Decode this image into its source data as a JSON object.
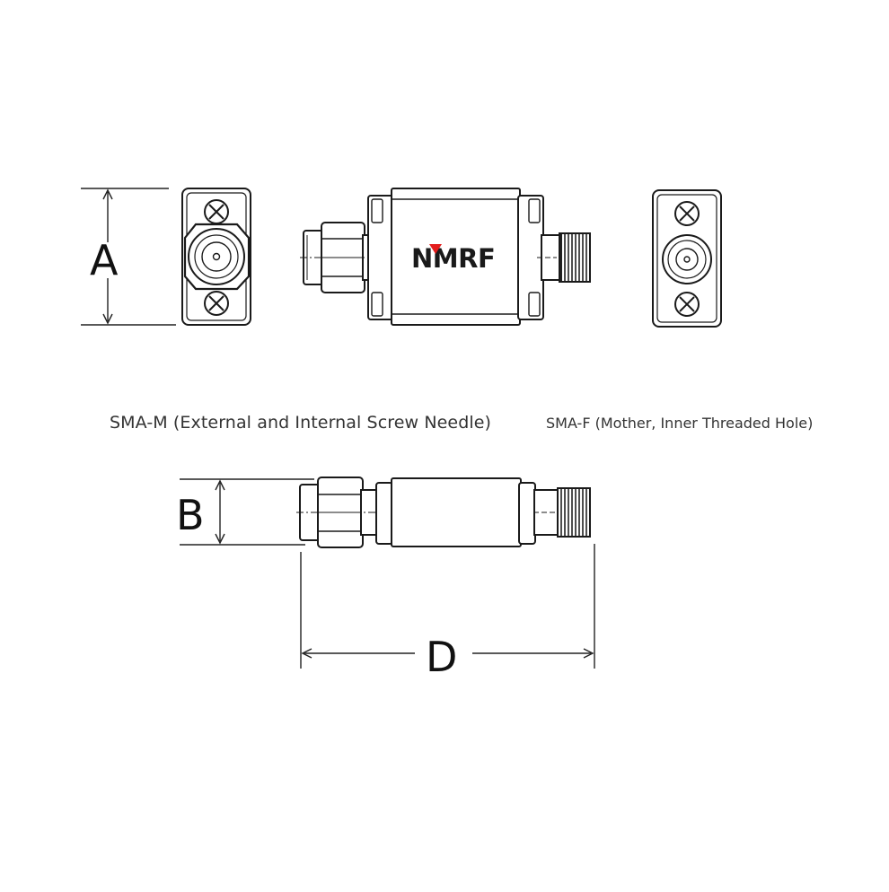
{
  "brand": {
    "logo_text": "NMRF",
    "logo_accent_color": "#e31d1d"
  },
  "dimensions": {
    "a": "A",
    "b": "B",
    "d": "D"
  },
  "captions": {
    "sma_m": "SMA-M (External and Internal Screw Needle)",
    "sma_f": "SMA-F (Mother, Inner Threaded Hole)"
  },
  "colors": {
    "line": "#1a1a1a",
    "background": "#ffffff",
    "body_fill": "#ffffff"
  }
}
